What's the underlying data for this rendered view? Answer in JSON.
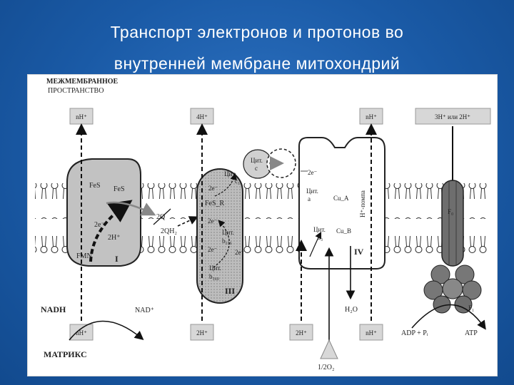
{
  "slide": {
    "title_line1": "Транспорт электронов и протонов во",
    "title_line2": "внутренней мембране митохондрий"
  },
  "diagram": {
    "intermembrane_label_1": "МЕЖМЕМБРАННОЕ",
    "intermembrane_label_2": "ПРОСТРАНСТВО",
    "matrix_label": "МАТРИКС",
    "top_boxes": [
      "nH⁺",
      "4H⁺",
      "nH⁺",
      "3H⁺ или 2H⁺"
    ],
    "bottom_boxes": [
      "nH⁺",
      "2H⁺",
      "2H⁺",
      "nH⁺"
    ],
    "complex1": {
      "fes1": "FeS",
      "fes2": "FeS",
      "e": "2e⁻",
      "h": "2H⁺",
      "fmn": "FMN",
      "numeral": "I",
      "nadh": "NADH",
      "nad": "NAD⁺"
    },
    "ubiquinone": {
      "q": "2Q",
      "qh2": "2QH₂"
    },
    "complex3": {
      "cyt_c1_a": "Цит.",
      "cyt_c1_b": "c₁",
      "e_top": "2e⁻",
      "fesr": "FeS_R",
      "e_mid": "2e⁻",
      "cyt_b556_a": "Цит.",
      "cyt_b556_b": "b₅₅₆",
      "e_right": "2e⁻",
      "e_low": "2e⁻",
      "cyt_b560_a": "Цит.",
      "cyt_b560_b": "b₅₆₀",
      "numeral": "III"
    },
    "cytc": {
      "a": "Цит.",
      "b": "c"
    },
    "complex4": {
      "e": "2e⁻",
      "cyt_a_1": "Цит.",
      "cyt_a_2": "a",
      "cua": "Cu_A",
      "cyt_a3_1": "Цит.",
      "cyt_a3_2": "a₃",
      "cub": "Cu_B",
      "pump": "H⁺-помпа",
      "numeral": "IV",
      "water": "H₂O",
      "oxygen": "1/2O₂"
    },
    "atp_synthase": {
      "f0": "F₀",
      "f1": "F₁",
      "adp": "ADP + Pᵢ",
      "atp": "ATP"
    }
  }
}
